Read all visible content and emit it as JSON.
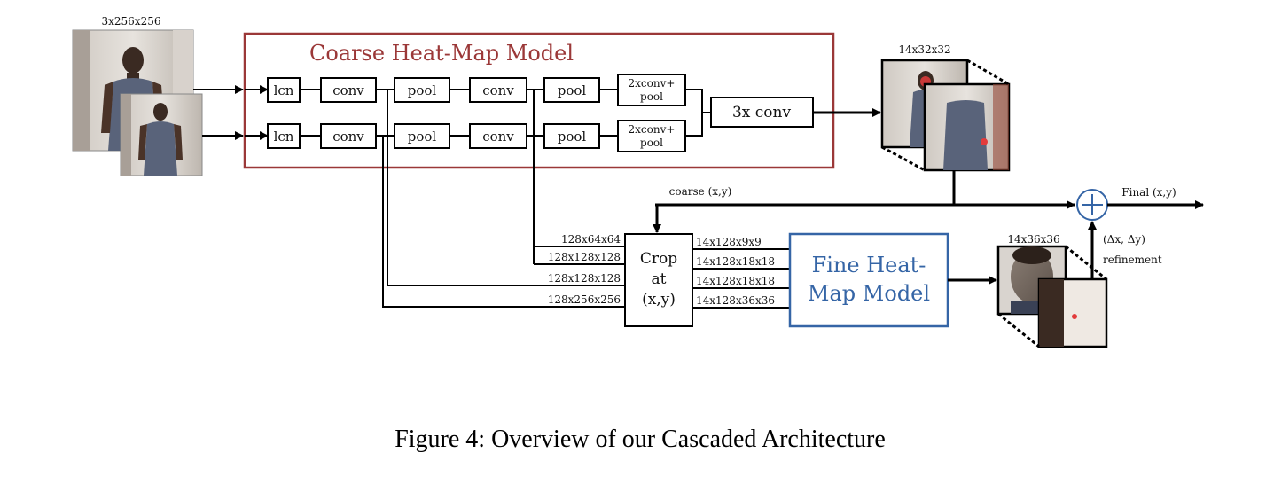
{
  "input": {
    "label": "3x256x256"
  },
  "coarse_model": {
    "title": "Coarse Heat-Map Model",
    "color": "#9b3838",
    "row1": [
      "lcn",
      "conv",
      "pool",
      "conv",
      "pool"
    ],
    "row2": [
      "lcn",
      "conv",
      "pool",
      "conv",
      "pool"
    ],
    "conv_pool_line1": "2xconv+",
    "conv_pool_line2": "pool",
    "merge_label": "3x conv"
  },
  "coarse_output": {
    "label": "14x32x32"
  },
  "coarse_xy_label": "coarse (x,y)",
  "final_label": "Final (x,y)",
  "crop": {
    "line1": "Crop",
    "line2": "at",
    "line3": "(x,y)",
    "inputs": [
      "128x64x64",
      "128x128x128",
      "128x128x128",
      "128x256x256"
    ],
    "outputs": [
      "14x128x9x9",
      "14x128x18x18",
      "14x128x18x18",
      "14x128x36x36"
    ]
  },
  "fine_model": {
    "line1": "Fine Heat-",
    "line2": "Map Model",
    "color": "#3565a6"
  },
  "fine_output": {
    "label": "14x36x36"
  },
  "refinement": {
    "line1": "(Δx, Δy)",
    "line2": "refinement"
  },
  "caption": "Figure 4: Overview of our Cascaded Architecture"
}
